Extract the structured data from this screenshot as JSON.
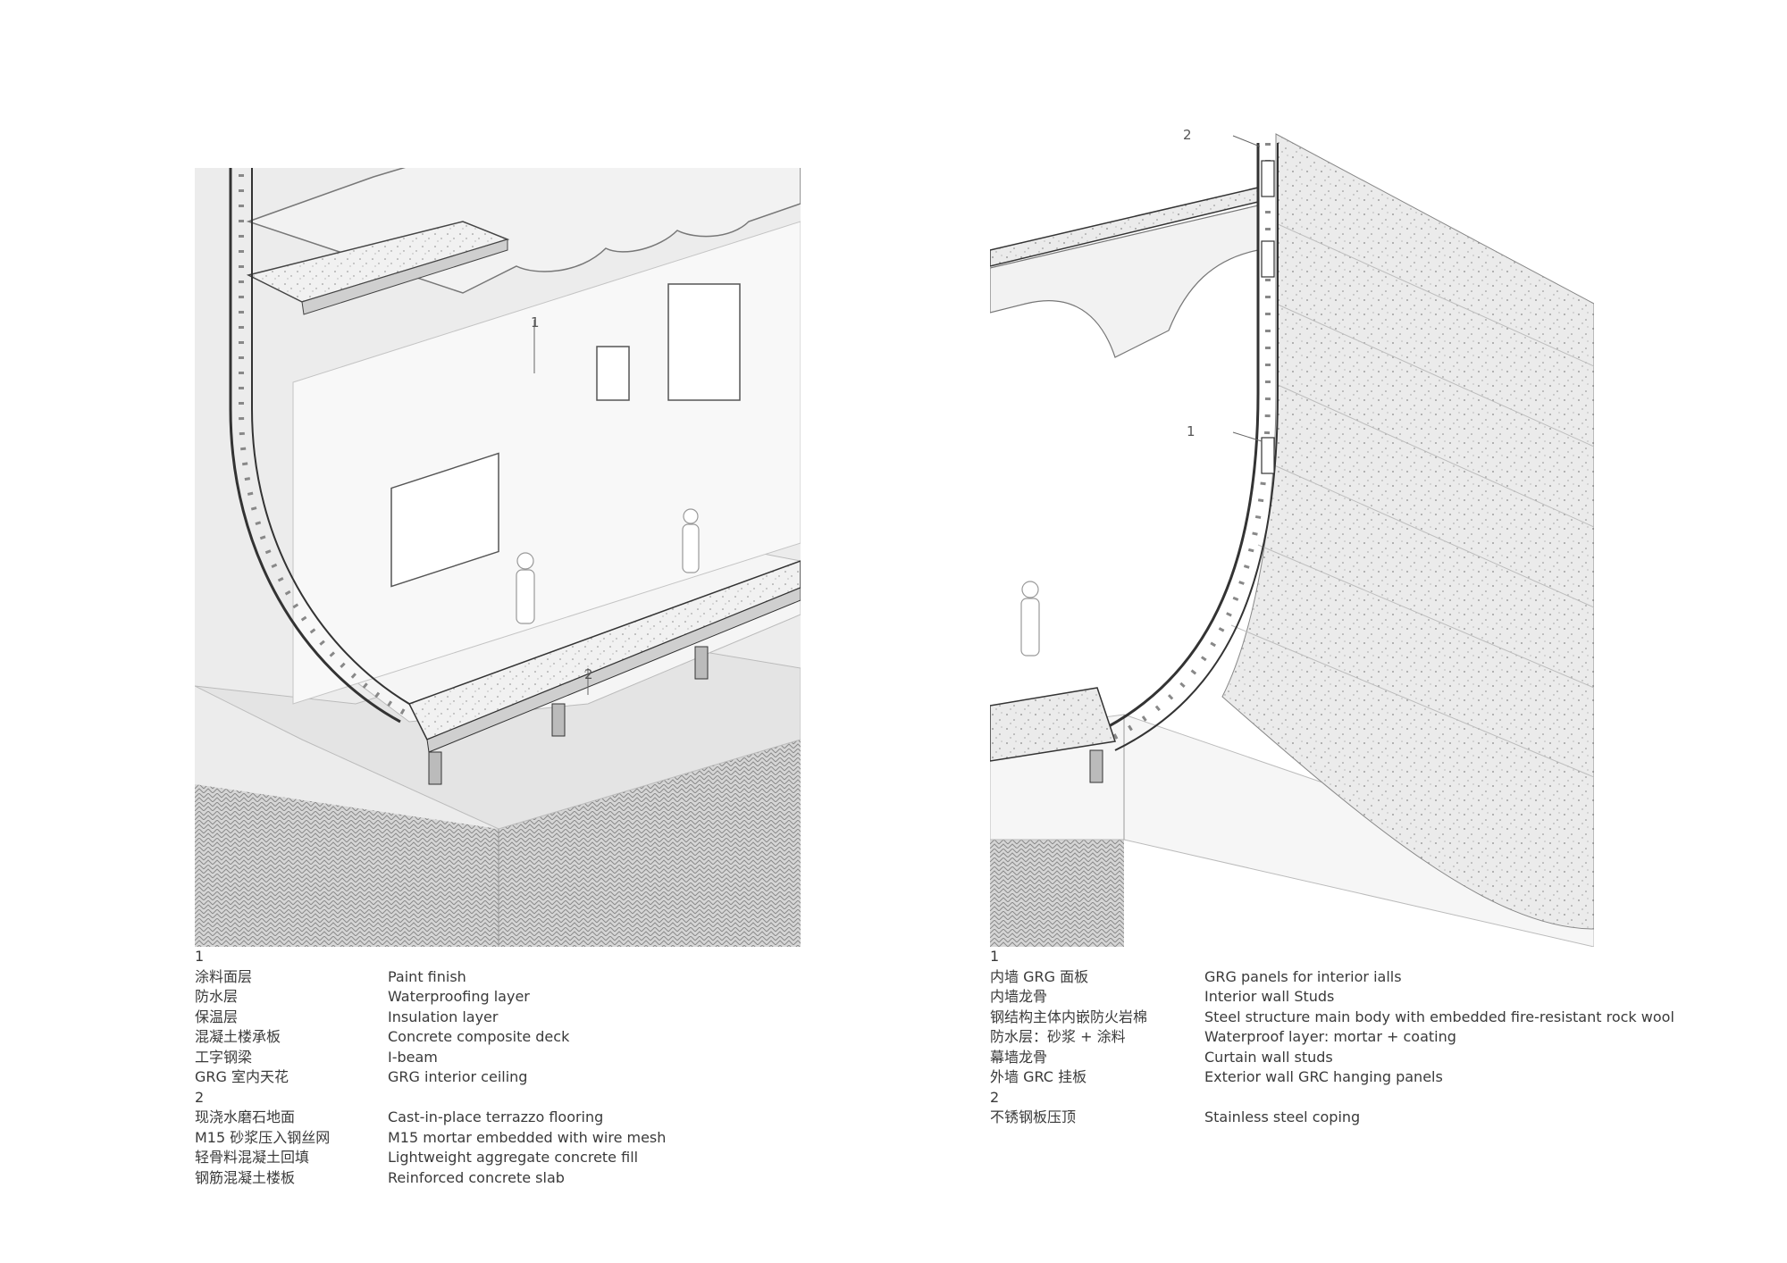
{
  "figures": {
    "left": {
      "callouts": [
        "1",
        "2"
      ]
    },
    "right": {
      "callouts": [
        "2",
        "1"
      ]
    }
  },
  "legends": {
    "left": {
      "groups": [
        {
          "number": "1",
          "items": [
            {
              "zh": "涂料面层",
              "en": "Paint finish"
            },
            {
              "zh": "防水层",
              "en": "Waterproofing layer"
            },
            {
              "zh": "保温层",
              "en": "Insulation layer"
            },
            {
              "zh": "混凝土楼承板",
              "en": "Concrete composite deck"
            },
            {
              "zh": "工字钢梁",
              "en": "I-beam"
            },
            {
              "zh": "GRG 室内天花",
              "en": "GRG interior ceiling"
            }
          ]
        },
        {
          "number": "2",
          "items": [
            {
              "zh": "现浇水磨石地面",
              "en": "Cast-in-place terrazzo flooring"
            },
            {
              "zh": "M15 砂浆压入钢丝网",
              "en": "M15 mortar embedded with wire mesh"
            },
            {
              "zh": "轻骨料混凝土回填",
              "en": "Lightweight aggregate concrete fill"
            },
            {
              "zh": "钢筋混凝土楼板",
              "en": "Reinforced concrete slab"
            }
          ]
        }
      ]
    },
    "right": {
      "groups": [
        {
          "number": "1",
          "items": [
            {
              "zh": "内墙 GRG 面板",
              "en": "GRG panels for interior ialls"
            },
            {
              "zh": "内墙龙骨",
              "en": "Interior wall Studs"
            },
            {
              "zh": "钢结构主体内嵌防火岩棉",
              "en": "Steel structure main body with embedded fire-resistant rock wool"
            },
            {
              "zh": "防水层：砂浆 + 涂料",
              "en": "Waterproof layer: mortar + coating"
            },
            {
              "zh": "幕墙龙骨",
              "en": "Curtain wall studs"
            },
            {
              "zh": "外墙 GRC 挂板",
              "en": "Exterior wall GRC hanging panels"
            }
          ]
        },
        {
          "number": "2",
          "items": [
            {
              "zh": "不锈钢板压顶",
              "en": "Stainless steel coping"
            }
          ]
        }
      ]
    }
  }
}
